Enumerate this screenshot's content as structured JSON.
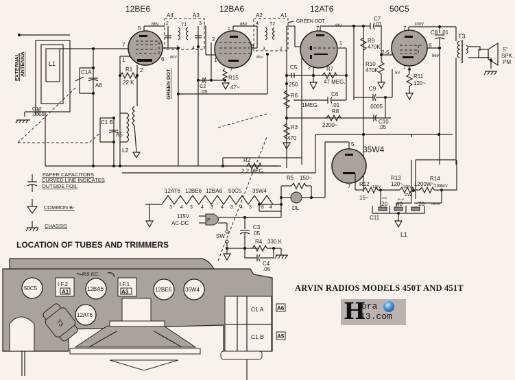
{
  "title": "ARVIN RADIOS  MODELS 450T AND 451T",
  "watermark": {
    "big_letter": "H",
    "line1": "ora",
    "line2": "13.com"
  },
  "tubes": [
    {
      "id": "12BE6",
      "pins": [
        "5",
        "7",
        "1",
        "2",
        "6"
      ],
      "voltage": "86V"
    },
    {
      "id": "12BA6",
      "pins": [
        "5",
        "2",
        "1",
        "6",
        "7"
      ],
      "voltage": "86V"
    },
    {
      "id": "12AT6",
      "pins": [
        "7",
        "1",
        "2"
      ],
      "voltage": "44V"
    },
    {
      "id": "50C5",
      "pins": [
        "7",
        "6",
        "2-5",
        "1"
      ],
      "voltages": [
        "100V",
        "86V",
        "5V"
      ]
    },
    {
      "id": "35W4",
      "pins": [
        "5",
        "7"
      ]
    }
  ],
  "transformers": [
    {
      "id": "T1",
      "trimmers": [
        "A4",
        "A3"
      ],
      "pins": [
        "2",
        "1",
        "3",
        "4"
      ],
      "voltage": "86V"
    },
    {
      "id": "T2",
      "trimmers": [
        "A2",
        "A1"
      ],
      "pins": [
        "4",
        "3",
        "2"
      ],
      "voltage": "86V",
      "note": "GREEN DOT"
    },
    {
      "id": "T3",
      "label": "T3"
    }
  ],
  "labels": {
    "antenna": [
      "EXTERNAL",
      "ANTENNA"
    ],
    "l1": "L1",
    "l2": "L2",
    "green_dot_v": "GREEN DOT",
    "green_dot_h": "GREEN DOT",
    "c1a": "C1A",
    "a6": "A6",
    "c1b": "C1 B",
    "a5": "A5",
    "c12": "C12",
    "c12v": ".0005",
    "r1": "R1",
    "r1v": "22 K",
    "c2": "C2",
    "c2v": ".05",
    "r15": "R15",
    "r15v": "47~",
    "c5": "C5",
    "c5v": "250",
    "r6": "R6",
    "r6v": "1MEG.",
    "r7": "R7",
    "r7v": "47 MEG.",
    "c6": "C6",
    "c6v": ".01",
    "r8": "R8",
    "r8v": "2200~",
    "r3": "R3",
    "r3v": "470",
    "r2": "R2",
    "r2v": "2.2 MEG.",
    "c7": "C7",
    "c7v": ".01",
    "r9": "R9",
    "r9v": "470K",
    "r10": "R10",
    "r10v": "470K",
    "r11": "R11",
    "r11v": "120~",
    "c9": "C9",
    "c9v": ".0005",
    "c10": "C10",
    "c10v": ".05",
    "c8": "C8",
    "c8v": ".01",
    "t3": "T3",
    "speaker": [
      "5\"",
      "SPK.",
      "PM"
    ],
    "r5": "R5",
    "r5v": "150~",
    "dl": "DL",
    "r12": "R12",
    "r12v": "15~",
    "r13": "R13",
    "r13v": "120~",
    "r13w": "1W",
    "r14": "R14",
    "r14v": "1200W~",
    "r14w": "1W",
    "v115": "115V",
    "v105": "105V",
    "v86": "86V",
    "c11": "C11",
    "cap_vals": [
      "20",
      "40",
      "20"
    ],
    "cap_colors": [
      "RED",
      "BLUE",
      "GREEN"
    ],
    "l1b": "L1",
    "plug": "P",
    "mains": [
      "115V",
      "AC-DC"
    ],
    "sw": "SW",
    "c3": "C3",
    "c3v": ".05",
    "r4": "R4",
    "r4v": "330 K",
    "c4": "C4",
    "c4v": ".05",
    "heater_tubes": [
      "12AT6",
      "12BE6",
      "12BA6",
      "50C5",
      "35W4"
    ],
    "heater_pins": [
      "3",
      "4",
      "3",
      "4",
      "3",
      "4",
      "3",
      "4",
      "3",
      "6",
      "4"
    ]
  },
  "legend": {
    "paper_caps": [
      "PAPER CAPACITORS",
      "CURVED LINE INDICATES",
      "OUTSIDE FOIL"
    ],
    "common": "COMMON B-",
    "chassis": "CHASSIS"
  },
  "location": {
    "heading": "LOCATION OF TUBES  AND TRIMMERS",
    "freq": "455 KC.",
    "tubes": [
      "50C5",
      "12BA6",
      "12BE6",
      "35W4",
      "12AT6"
    ],
    "if2": "I.F.2",
    "if2t": "A1",
    "if1": "I.F.1",
    "if1t": "A3",
    "t3": "T3",
    "c1a": "C1 A",
    "c1b": "C1 B",
    "a6": "A6",
    "a5": "A5"
  }
}
